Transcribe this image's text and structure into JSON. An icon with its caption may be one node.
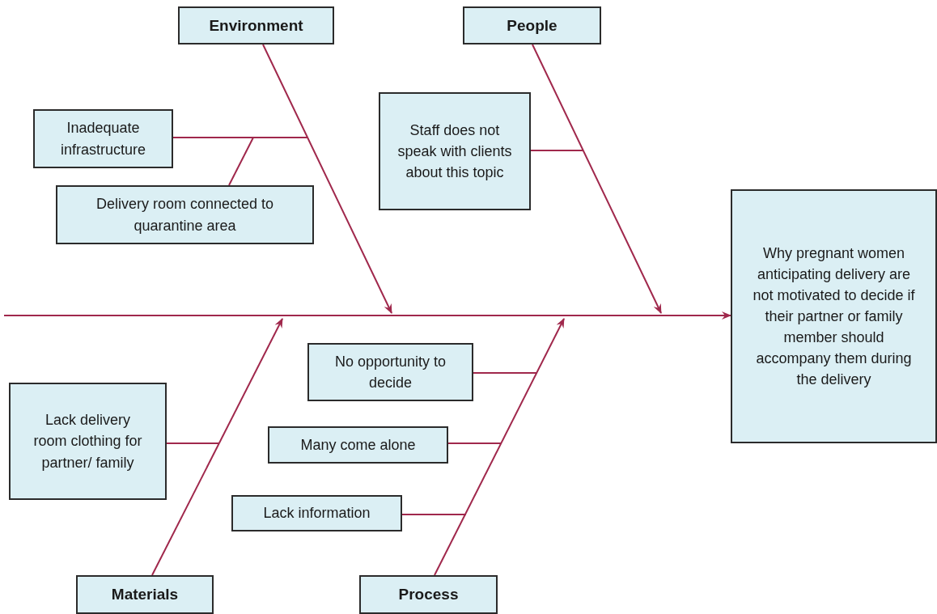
{
  "diagram": {
    "nodes": [
      {
        "text": [
          "Environment"
        ]
      },
      {
        "text": [
          "People"
        ]
      },
      {
        "text": [
          "Inadequate infrastructure"
        ]
      },
      {
        "text": [
          "Delivery room connected to quarantine area"
        ]
      },
      {
        "text": [
          "Staff does not speak with clients about this topic"
        ]
      },
      {
        "text": [
          "Why pregnant  women anticipating delivery are not motivated to decide if their partner or family member should accompany them during the delivery"
        ]
      },
      {
        "text": [
          "No opportunity to decide"
        ]
      },
      {
        "text": [
          "Lack delivery room clothing  for partner/ family"
        ]
      },
      {
        "text": [
          "Many come alone"
        ]
      },
      {
        "text": [
          "Lack information"
        ]
      },
      {
        "text": [
          "Materials"
        ]
      },
      {
        "text": [
          "Process"
        ]
      }
    ],
    "edges": [
      {
        "from": null,
        "to": 5,
        "arrow": "to"
      },
      {
        "from": 0,
        "to": null,
        "arrow": "to"
      },
      {
        "from": 1,
        "to": null,
        "arrow": "to"
      },
      {
        "from": 10,
        "to": null,
        "arrow": "to"
      },
      {
        "from": 11,
        "to": null,
        "arrow": "to"
      },
      {
        "from": 2,
        "to": null,
        "arrow": "none"
      },
      {
        "from": 3,
        "to": null,
        "arrow": "none"
      },
      {
        "from": 4,
        "to": null,
        "arrow": "none"
      },
      {
        "from": 6,
        "to": null,
        "arrow": "none"
      },
      {
        "from": 7,
        "to": null,
        "arrow": "none"
      },
      {
        "from": 8,
        "to": null,
        "arrow": "none"
      },
      {
        "from": 9,
        "to": null,
        "arrow": "none"
      }
    ]
  }
}
